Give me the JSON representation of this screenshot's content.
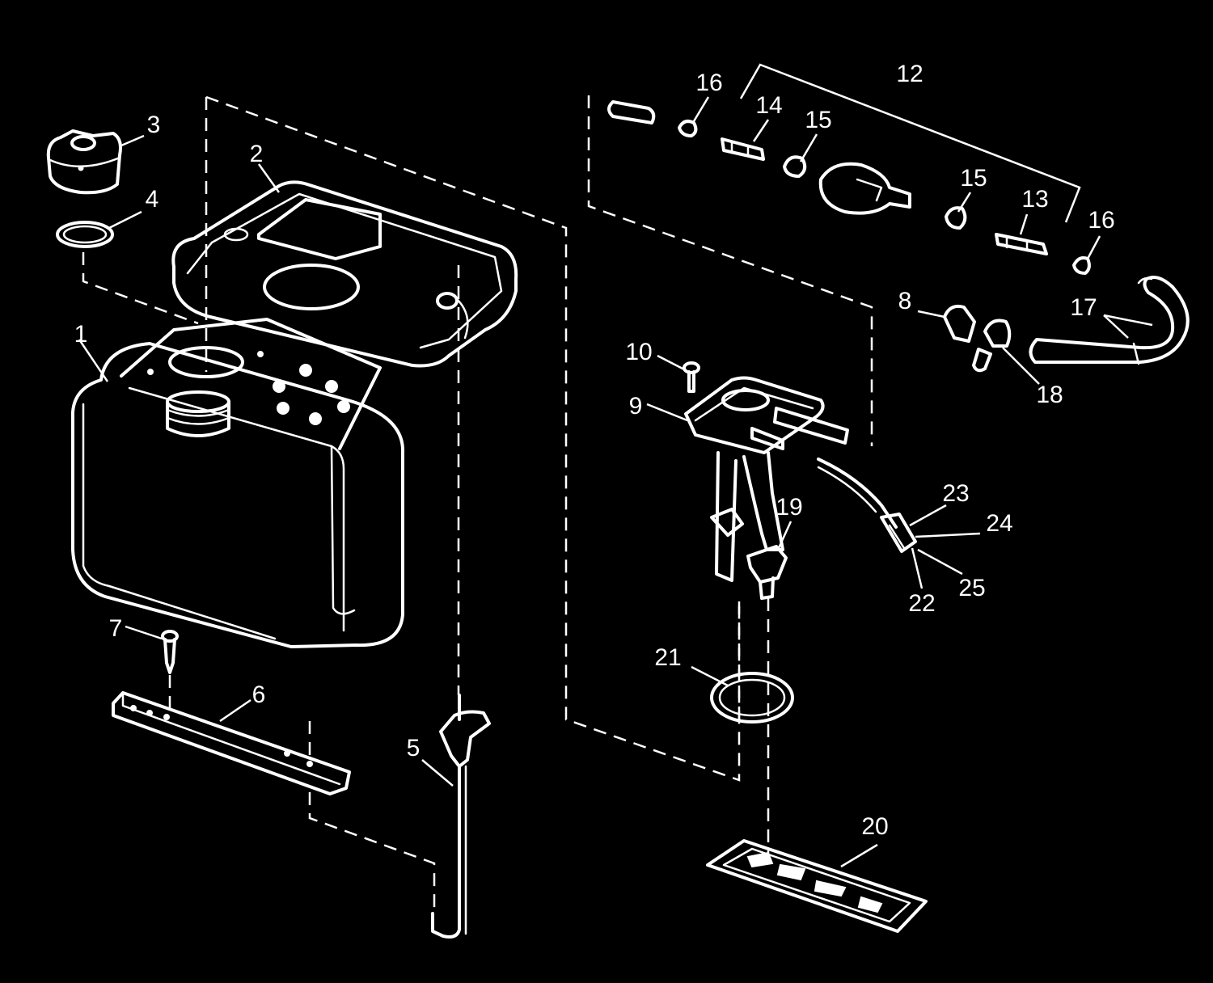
{
  "diagram": {
    "colors": {
      "background": "#000000",
      "line": "#ffffff"
    },
    "callouts": {
      "c1": "1",
      "c2": "2",
      "c3": "3",
      "c4": "4",
      "c5": "5",
      "c6": "6",
      "c7": "7",
      "c8": "8",
      "c9": "9",
      "c10": "10",
      "c12": "12",
      "c13": "13",
      "c14": "14",
      "c15a": "15",
      "c15b": "15",
      "c16a": "16",
      "c16b": "16",
      "c17": "17",
      "c18": "18",
      "c19": "19",
      "c20": "20",
      "c21": "21",
      "c22": "22",
      "c23": "23",
      "c24": "24",
      "c25": "25"
    }
  }
}
